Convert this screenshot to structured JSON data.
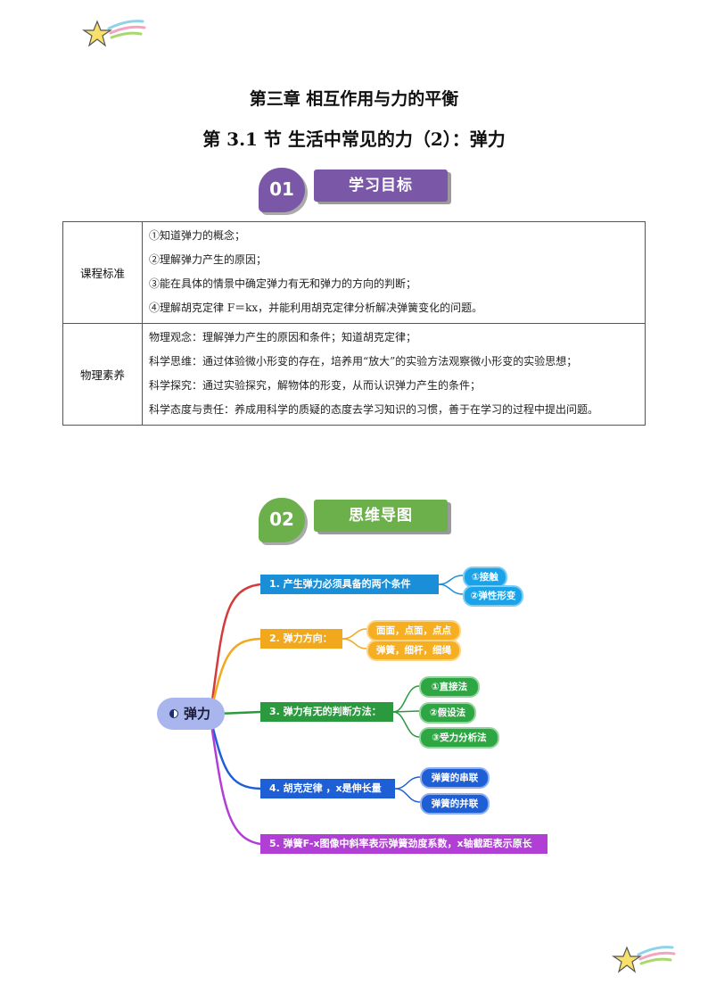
{
  "header": {
    "chapter_title": "第三章  相互作用与力的平衡",
    "section_title": "第 3.1 节  生活中常见的力（2）：弹力"
  },
  "section1": {
    "number": "01",
    "label": "学习目标"
  },
  "goals_table": {
    "rows": [
      {
        "header": "课程标准",
        "lines": [
          "①知道弹力的概念；",
          "②理解弹力产生的原因；",
          "③能在具体的情景中确定弹力有无和弹力的方向的判断；",
          "④理解胡克定律 F＝kx，并能利用胡克定律分析解决弹簧变化的问题。"
        ]
      },
      {
        "header": "物理素养",
        "lines": [
          "物理观念：理解弹力产生的原因和条件；知道胡克定律；",
          "科学思维：通过体验微小形变的存在，培养用“放大”的实验方法观察微小形变的实验思想；",
          "科学探究：通过实验探究，解物体的形变，从而认识弹力产生的条件；",
          "科学态度与责任：养成用科学的质疑的态度去学习知识的习惯，善于在学习的过程中提出问题。"
        ]
      }
    ]
  },
  "section2": {
    "number": "02",
    "label": "思维导图"
  },
  "mindmap": {
    "root": "弹力",
    "branches": [
      {
        "label": "1. 产生弹力必须具备的两个条件",
        "color": "#1a8fd8",
        "children": [
          "①接触",
          "②弹性形变"
        ]
      },
      {
        "label": "2. 弹力方向：",
        "color": "#f2a81d",
        "children": [
          "面面，点面，点点",
          "弹簧，细杆，细绳"
        ]
      },
      {
        "label": "3. 弹力有无的判断方法：",
        "color": "#2b9a3f",
        "children": [
          "①直接法",
          "②假设法",
          "③受力分析法"
        ]
      },
      {
        "label": "4. 胡克定律 ，x是伸长量",
        "color": "#1f5fd6",
        "children": [
          "弹簧的串联",
          "弹簧的并联"
        ]
      },
      {
        "label": "5. 弹簧F-x图像中斜率表示弹簧劲度系数，x轴截距表示原长",
        "color": "#b13fd6",
        "children": []
      }
    ]
  }
}
